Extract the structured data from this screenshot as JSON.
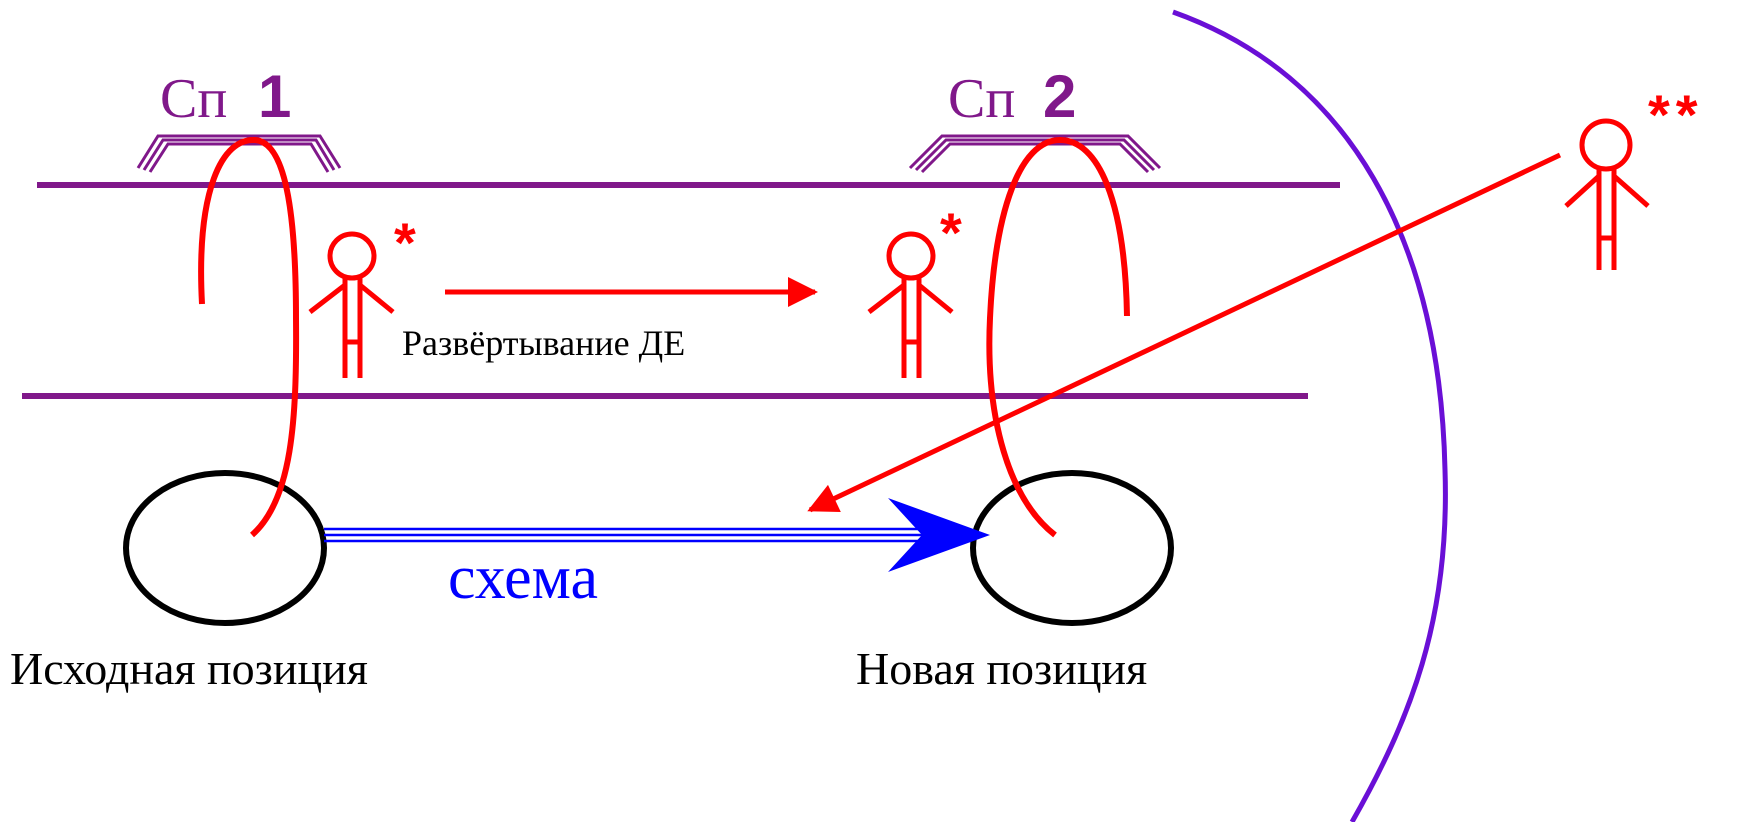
{
  "labels": {
    "sp1_prefix": "Сп",
    "sp1_number": "1",
    "sp2_prefix": "Сп",
    "sp2_number": "2",
    "star_left": "*",
    "star_mid": "*",
    "star_right": "**",
    "deployment": "Развёртывание ДЕ",
    "scheme": "схема",
    "initial_position": "Исходная позиция",
    "new_position": "Новая позиция"
  },
  "colors": {
    "purple": "#80188a",
    "red": "#ff0000",
    "blue": "#0000ff",
    "violet_arc": "#6a0fd6",
    "black": "#000000"
  }
}
